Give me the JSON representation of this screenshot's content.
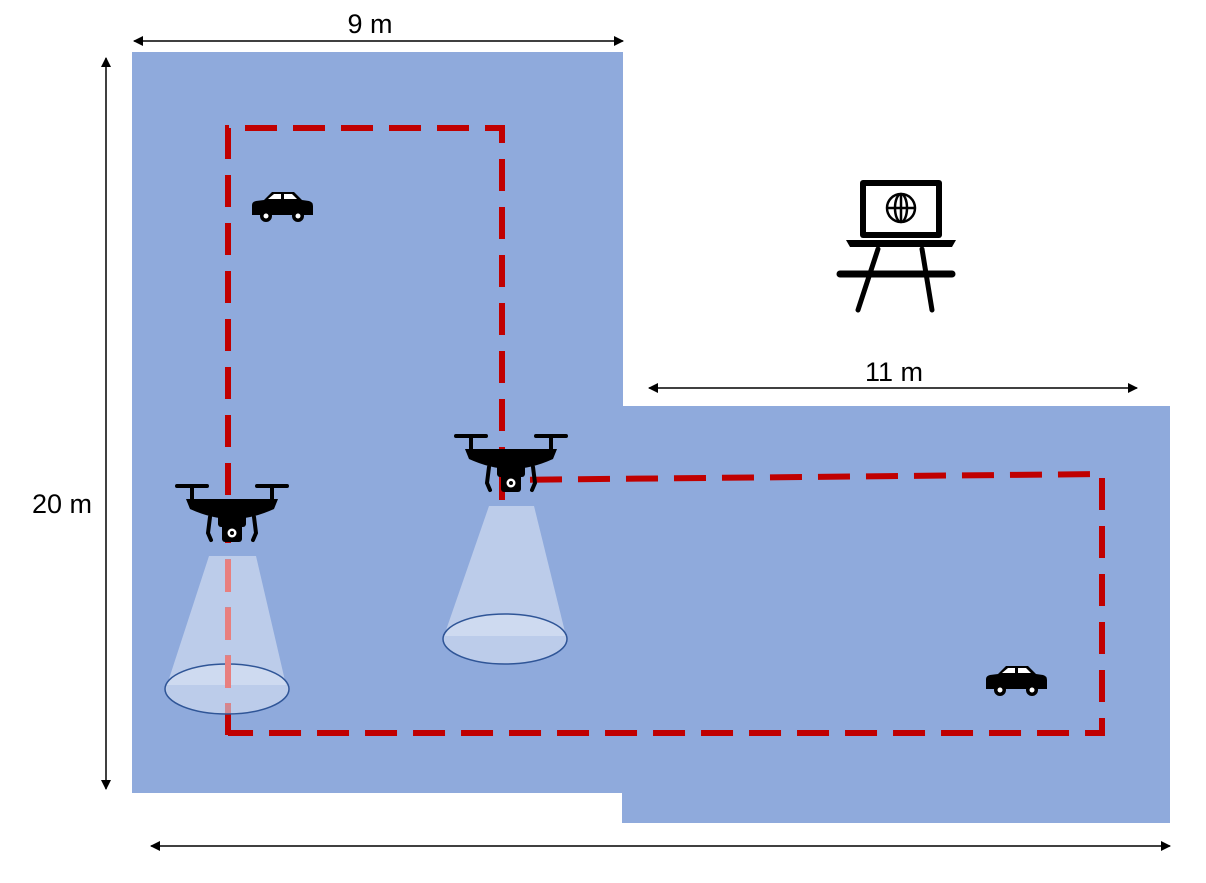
{
  "diagram": {
    "dimensions": {
      "top_width": "9 m",
      "right_width": "11 m",
      "height": "20 m"
    },
    "colors": {
      "area": "#8faadc",
      "path": "#c00000",
      "beam": "#dae3f3",
      "icon": "#000000"
    },
    "icons": [
      "drone-icon",
      "drone-icon",
      "car-icon",
      "car-icon",
      "laptop-icon",
      "table-icon",
      "globe-icon"
    ]
  }
}
